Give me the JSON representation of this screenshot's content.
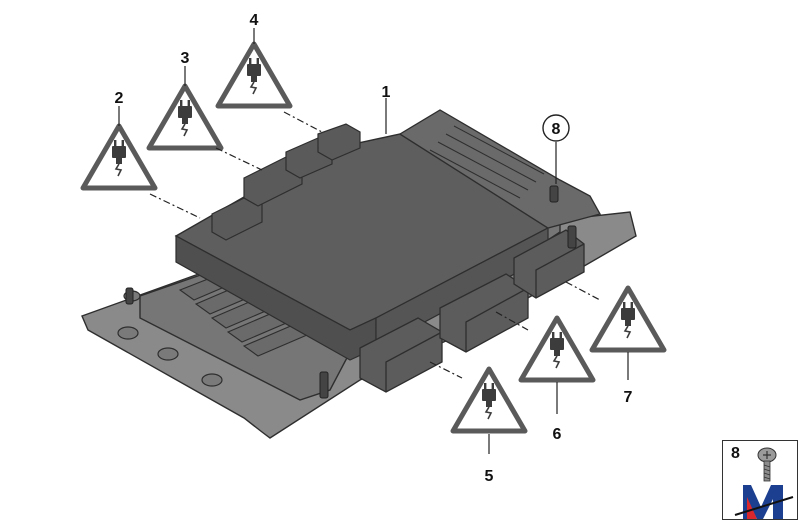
{
  "callouts": {
    "c1": "1",
    "c2": "2",
    "c3": "3",
    "c4": "4",
    "c5": "5",
    "c6": "6",
    "c7": "7",
    "c8": "8"
  },
  "legend": {
    "part_number": "8"
  },
  "icons": {
    "warning": "electrical-plug-warning-icon",
    "part": "ecu-control-unit",
    "screw": "screw-icon",
    "brand": "m-logo"
  },
  "colors": {
    "housing": "#6b6b6b",
    "outline": "#2e2e2e",
    "warning_stroke": "#5a5a5a",
    "brand_blue": "#1c3f8f",
    "brand_red": "#d9272e"
  }
}
